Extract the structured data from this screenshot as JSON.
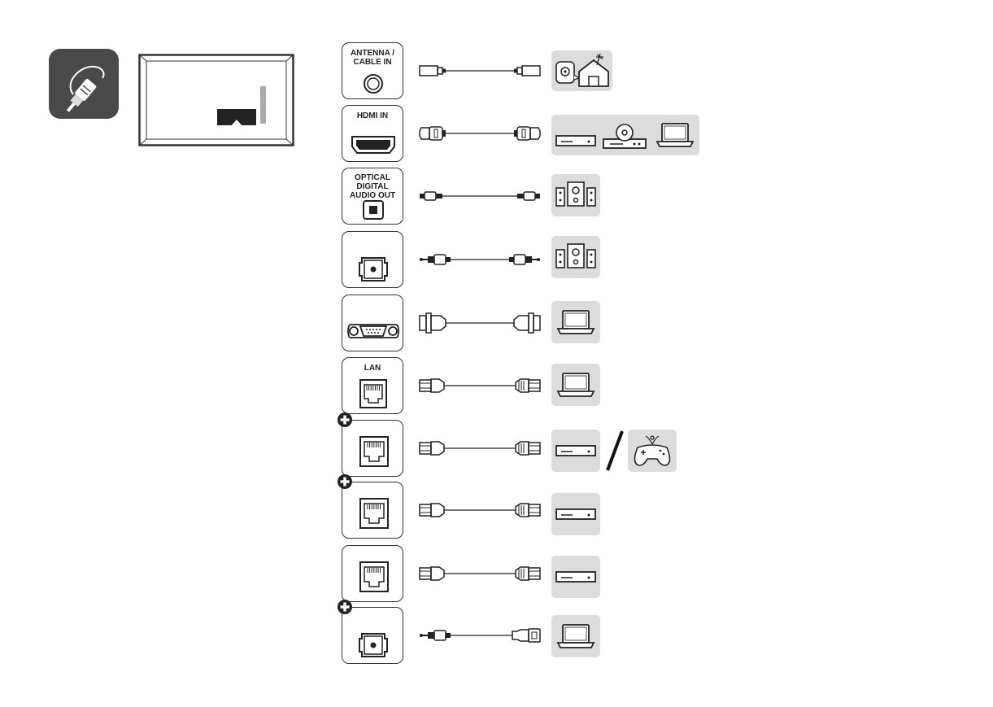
{
  "colors": {
    "dark": "#333333",
    "device_bg": "#dcdcdc",
    "icon_bg": "#4a4a4a"
  },
  "icons": {
    "header": "connection-cable-icon",
    "tv": "tv-rear-panel-icon",
    "plus": "plus-circle-icon",
    "slash": "or-slash-icon"
  },
  "ports": [
    {
      "label": "ANTENNA /\nCABLE IN",
      "port_icon": "coax-port-icon",
      "cable_icon": "coax-cable-icon",
      "devices": [
        "antenna-house-icon"
      ]
    },
    {
      "label": "HDMI IN",
      "port_icon": "hdmi-port-icon",
      "cable_icon": "hdmi-cable-icon",
      "devices": [
        "set-top-box-icon",
        "dvd-player-icon",
        "laptop-icon"
      ]
    },
    {
      "label": "OPTICAL\nDIGITAL\nAUDIO OUT",
      "port_icon": "optical-port-icon",
      "cable_icon": "optical-cable-icon",
      "devices": [
        "speaker-system-icon"
      ]
    },
    {
      "label": "",
      "port_icon": "audio-jack-port-icon",
      "cable_icon": "audio-3.5mm-cable-icon",
      "devices": [
        "speaker-system-icon"
      ]
    },
    {
      "label": "",
      "port_icon": "rs232-port-icon",
      "cable_icon": "rs232-cable-icon",
      "devices": [
        "laptop-icon"
      ]
    },
    {
      "label": "LAN",
      "port_icon": "lan-port-icon",
      "cable_icon": "lan-cable-icon",
      "devices": [
        "laptop-icon"
      ]
    },
    {
      "label": "",
      "port_icon": "rj45-port-icon",
      "cable_icon": "lan-cable-icon",
      "devices": [
        "set-top-box-icon",
        "game-controller-icon"
      ]
    },
    {
      "label": "",
      "port_icon": "rj45-port-icon",
      "cable_icon": "lan-cable-icon",
      "devices": [
        "set-top-box-icon"
      ]
    },
    {
      "label": "",
      "port_icon": "rj45-port-icon",
      "cable_icon": "lan-cable-icon",
      "devices": [
        "set-top-box-icon"
      ]
    },
    {
      "label": "",
      "port_icon": "audio-jack-port-icon",
      "cable_icon": "jack-to-usb-cable-icon",
      "devices": [
        "laptop-icon"
      ]
    }
  ]
}
